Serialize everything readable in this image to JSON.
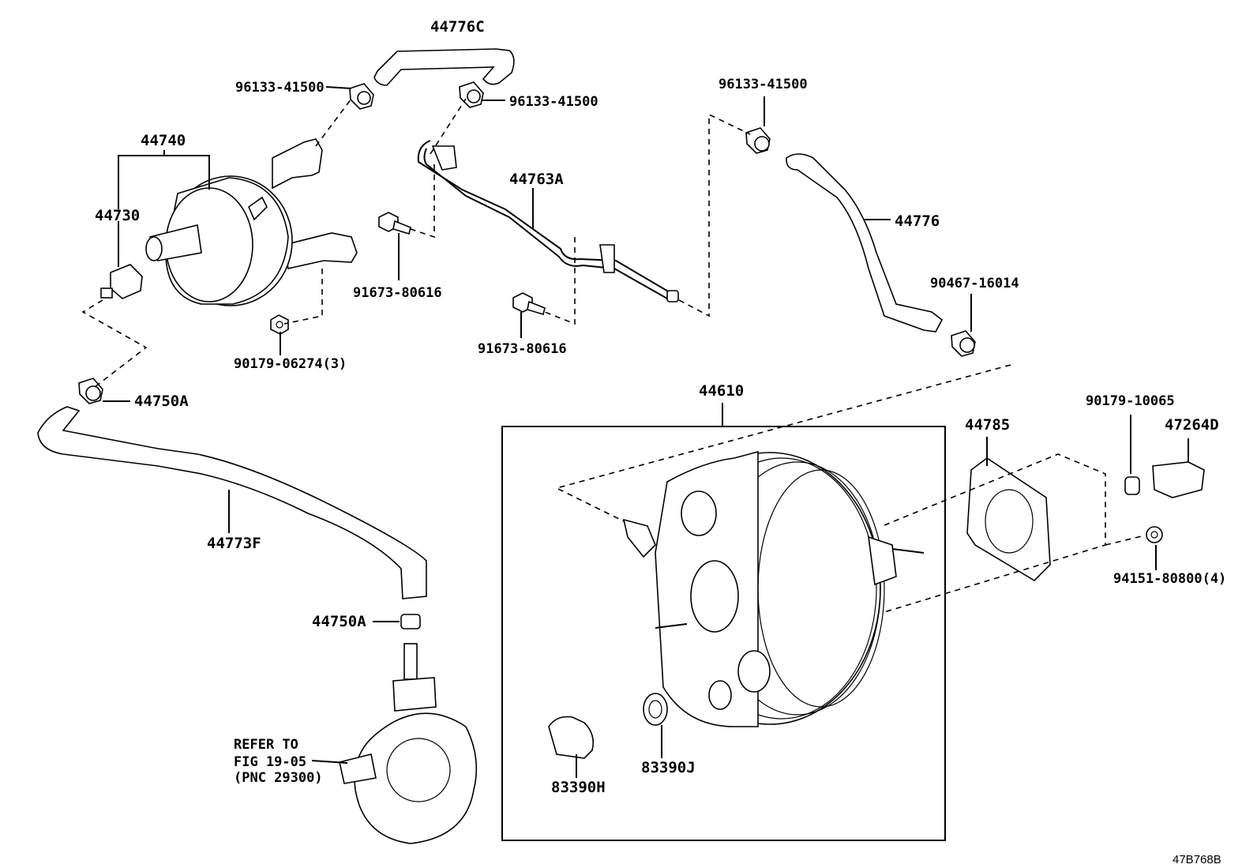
{
  "diagram": {
    "id_code": "47B768B",
    "parts": {
      "hose_upper": "44776C",
      "clamp_1": "96133-41500",
      "clamp_2": "96133-41500",
      "clamp_3": "96133-41500",
      "tank": "44740",
      "valve": "44730",
      "bolt_1": "91673-80616",
      "bolt_2": "91673-80616",
      "pipe": "44763A",
      "hose_right": "44776",
      "clip": "90467-16014",
      "nut_tank": "90179-06274(3)",
      "clamp_4": "44750A",
      "clamp_5": "44750A",
      "hose_long": "44773F",
      "booster_assy": "44610",
      "gasket": "44785",
      "nut_small": "90179-10065",
      "bracket": "47264D",
      "nut_booster": "94151-80800(4)",
      "grommet_h": "83390H",
      "grommet_j": "83390J"
    },
    "refer_note": {
      "line1": "REFER TO",
      "line2": "FIG 19-05",
      "line3": "(PNC 29300)"
    }
  }
}
